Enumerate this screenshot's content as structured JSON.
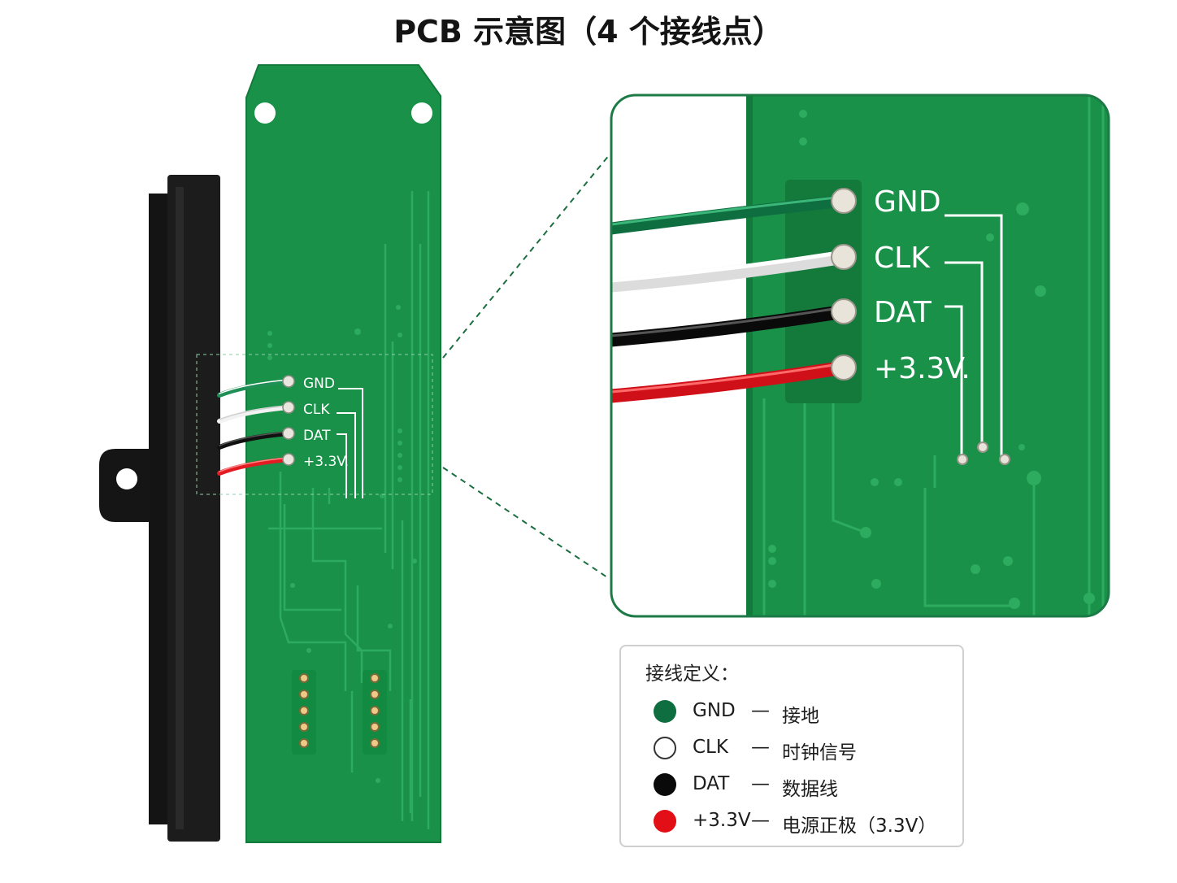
{
  "title": "PCB 示意图（4 个接线点）",
  "colors": {
    "pcb": "#199148",
    "pcb_dark": "#0f6b33",
    "trace": "#2ea55c",
    "gnd": "#0e6e3f",
    "clk": "#ffffff",
    "dat": "#0a0a0a",
    "vcc": "#e30f17",
    "case": "#1a1a1a",
    "zoom_line": "#1b6e40"
  },
  "pins": [
    {
      "id": "gnd",
      "label": "GND",
      "wire_color": "#1f8f55"
    },
    {
      "id": "clk",
      "label": "CLK",
      "wire_color": "#f2f2f2"
    },
    {
      "id": "dat",
      "label": "DAT",
      "wire_color": "#111111"
    },
    {
      "id": "vcc",
      "label": "+3.3V.",
      "wire_color": "#e31b23"
    }
  ],
  "legend": {
    "title": "接线定义：",
    "items": [
      {
        "name": "GND",
        "dash": "—",
        "desc": "接地",
        "color": "#0e6e3f",
        "icon": "filled-circle"
      },
      {
        "name": "CLK",
        "dash": "—",
        "desc": "时钟信号",
        "color": "#ffffff",
        "icon": "hollow-circle"
      },
      {
        "name": "DAT",
        "dash": "—",
        "desc": "数据线",
        "color": "#0a0a0a",
        "icon": "filled-circle"
      },
      {
        "name": "+3.3V",
        "dash": "—",
        "desc": "电源正极（3.3V）",
        "color": "#e30f17",
        "icon": "filled-circle"
      }
    ]
  }
}
